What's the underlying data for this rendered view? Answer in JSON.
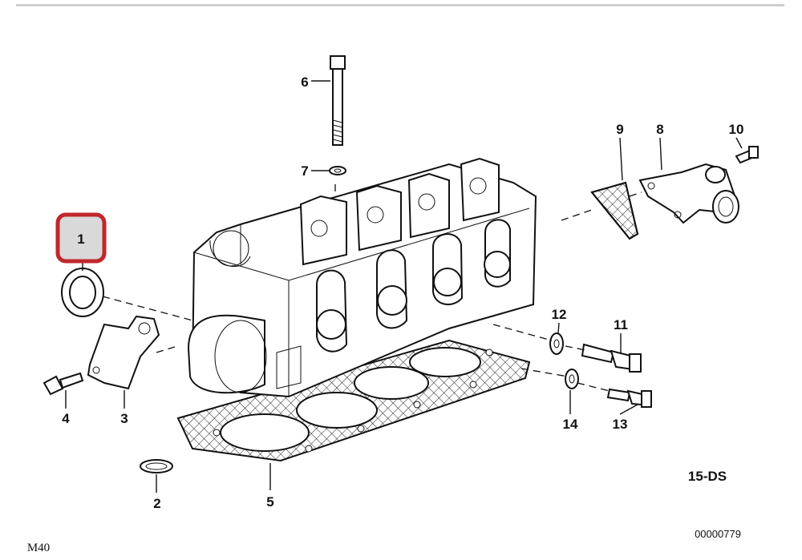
{
  "title": "15-DS",
  "image_code": "00000779",
  "model": "M40",
  "highlighted_part": "1",
  "callouts": [
    "1",
    "2",
    "3",
    "4",
    "5",
    "6",
    "7",
    "8",
    "9",
    "10",
    "11",
    "12",
    "13",
    "14"
  ]
}
